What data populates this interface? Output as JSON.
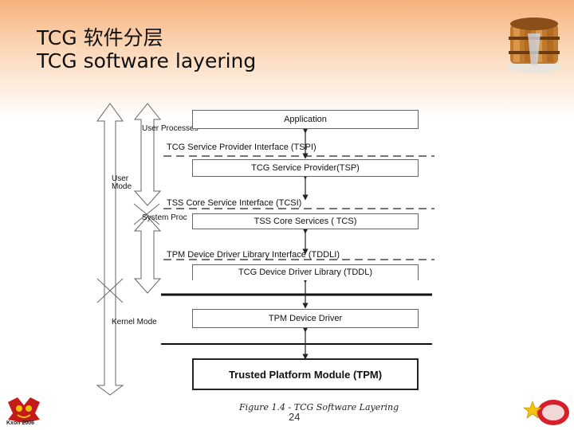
{
  "slide": {
    "title_cn": "TCG 软件分层",
    "title_en": "TCG software layering",
    "page_number": "24",
    "caption": "Figure 1.4 - TCG Software Layering",
    "footer_logo_text": "Kxon 2006"
  },
  "diagram": {
    "side_labels": {
      "user_processes": "User Processes",
      "user_mode": "User\nMode",
      "system_processes": "System Proc",
      "kernel_mode": "Kernel Mode"
    },
    "layers": {
      "application": "Application",
      "tspi": "TCG Service Provider Interface (TSPI)",
      "tsp": "TCG Service Provider(TSP)",
      "tcsi": "TSS Core Service Interface (TCSI)",
      "tcs": "TSS Core Services ( TCS)",
      "tddli": "TPM Device Driver Library Interface (TDDLI)",
      "tddl": "TCG Device Driver Library (TDDL)",
      "tpm_driver": "TPM Device Driver",
      "tpm": "Trusted Platform Module (TPM)"
    }
  }
}
